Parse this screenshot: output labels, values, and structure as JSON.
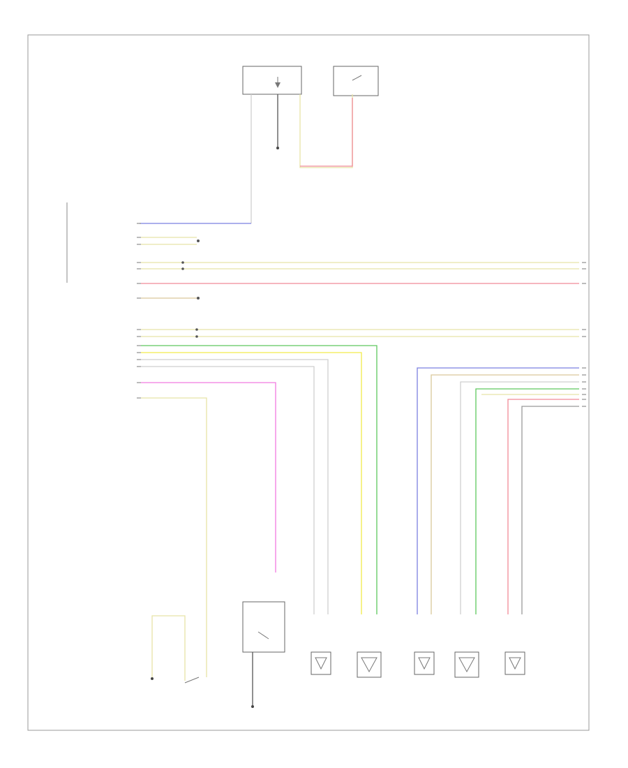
{
  "diagram": {
    "frame_label": "",
    "colors": {
      "blue": "#7b7fe0",
      "red": "#f08a96",
      "yellow": "#e8e3a6",
      "bright_yellow": "#f2ec4a",
      "green": "#5ec85e",
      "magenta": "#f07ae0",
      "tan": "#d9c89a",
      "gray": "#cfcfcf",
      "black": "#555555"
    },
    "components": [
      {
        "id": "top-module",
        "label": ""
      },
      {
        "id": "relay",
        "label": ""
      },
      {
        "id": "seat-switch",
        "label": ""
      },
      {
        "id": "switch-bottom",
        "label": ""
      },
      {
        "id": "sensor-1",
        "label": ""
      },
      {
        "id": "sensor-2",
        "label": ""
      },
      {
        "id": "sensor-3",
        "label": ""
      },
      {
        "id": "sensor-4",
        "label": ""
      },
      {
        "id": "sensor-5",
        "label": ""
      }
    ]
  }
}
